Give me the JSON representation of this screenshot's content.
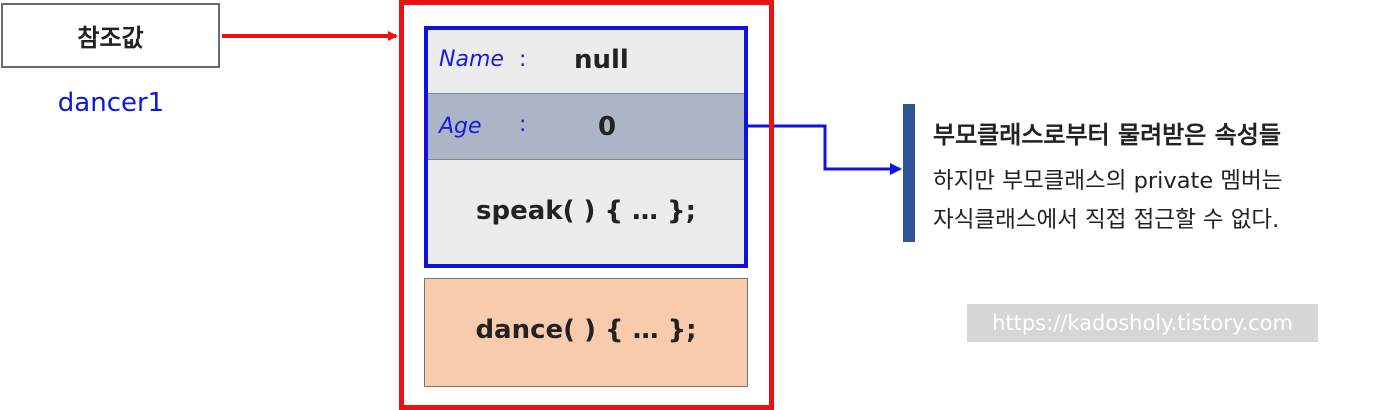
{
  "reference": {
    "label": "참조값",
    "variable": "dancer1"
  },
  "parent_fields": [
    {
      "name": "Name",
      "colon": ":",
      "value": "null"
    },
    {
      "name": "Age",
      "colon": ":",
      "value": "0"
    }
  ],
  "parent_method": "speak( ) {  …  };",
  "child_method": "dance( ) {  …  };",
  "description": {
    "title": "부모클래스로부터 물려받은 속성들",
    "line1": "하지만 부모클래스의 private 멤버는",
    "line2": "자식클래스에서 직접 접근할 수 없다."
  },
  "watermark": "https://kadosholy.tistory.com",
  "colors": {
    "reference_arrow": "#ee1111",
    "inherited_arrow": "#1010e0",
    "object_border": "#ee1111",
    "parent_border": "#1010e0",
    "age_row": "#abb5c6",
    "child_box": "#f8cbad",
    "description_bar": "#2f5597"
  }
}
